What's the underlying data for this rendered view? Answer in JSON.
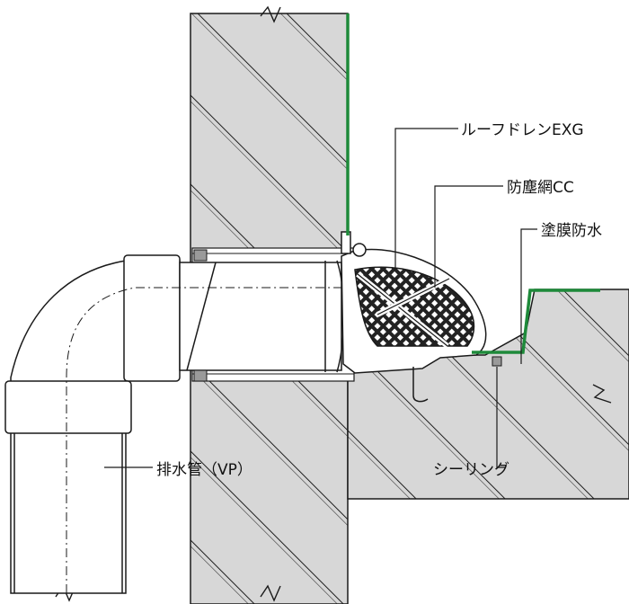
{
  "labels": {
    "roof_drain": "ルーフドレンEXG",
    "mesh": "防塵網CC",
    "waterproof": "塗膜防水",
    "sealing": "シーリング",
    "pipe": "排水管（VP）"
  },
  "colors": {
    "concrete": "#d7d7d7",
    "line": "#1a1a1a",
    "membrane": "#1e8a3a",
    "pipe_fill": "#ffffff",
    "mesh_dark": "#222222"
  }
}
